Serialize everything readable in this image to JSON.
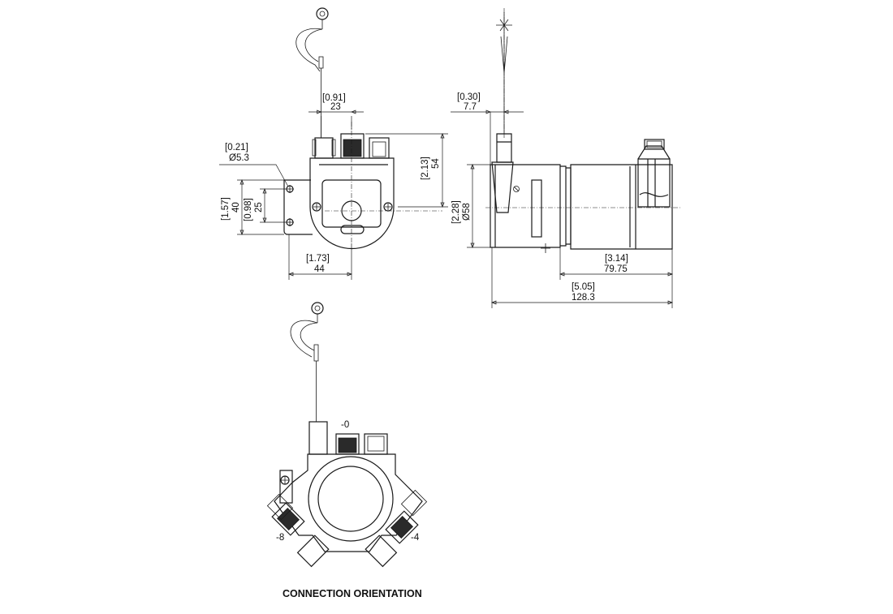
{
  "front_view": {
    "width_top": {
      "inch": "[0.91]",
      "mm": "23"
    },
    "hole": {
      "inch": "[0.21]",
      "mm": "Ø5.3"
    },
    "height_total": {
      "inch": "[2.13]",
      "mm": "54"
    },
    "hole_spacing_outer": {
      "inch": "[1.57]",
      "mm": "40"
    },
    "hole_spacing_inner": {
      "inch": "[0.98]",
      "mm": "25"
    },
    "width_bottom": {
      "inch": "[1.73]",
      "mm": "44"
    }
  },
  "side_view": {
    "offset": {
      "inch": "[0.30]",
      "mm": "7.7"
    },
    "diameter": {
      "inch": "[2.28]",
      "mm": "Ø58"
    },
    "body_length": {
      "inch": "[3.14]",
      "mm": "79.75"
    },
    "total_length": {
      "inch": "[5.05]",
      "mm": "128.3"
    }
  },
  "orientation_view": {
    "label_top": "-0",
    "label_left": "-8",
    "label_right": "-4",
    "caption": "CONNECTION ORIENTATION"
  }
}
